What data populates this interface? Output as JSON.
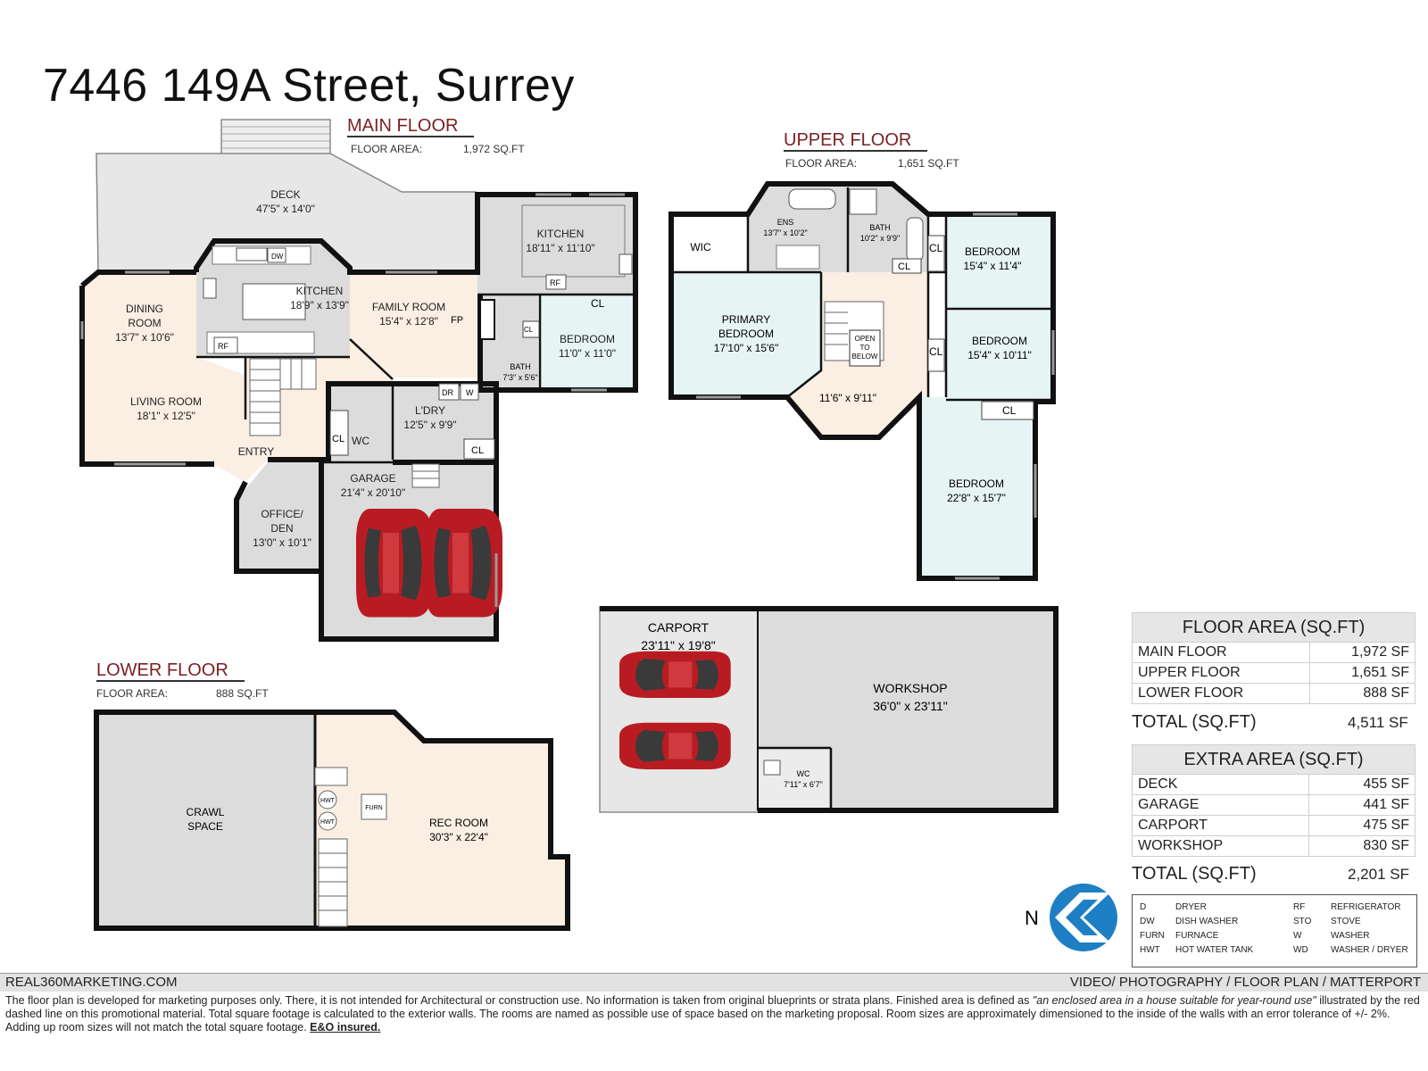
{
  "title": "7446 149A Street, Surrey",
  "floors": {
    "main": {
      "name": "MAIN FLOOR",
      "area_label": "FLOOR AREA:",
      "area_value": "1,972 SQ.FT"
    },
    "upper": {
      "name": "UPPER FLOOR",
      "area_label": "FLOOR AREA:",
      "area_value": "1,651 SQ.FT"
    },
    "lower": {
      "name": "LOWER FLOOR",
      "area_label": "FLOOR AREA:",
      "area_value": "888 SQ.FT"
    }
  },
  "rooms": {
    "deck": {
      "name": "DECK",
      "size": "47'5\" x 14'0\""
    },
    "kitchen_a": {
      "name": "KITCHEN",
      "size": "18'11\" x 11'10\""
    },
    "kitchen_b": {
      "name": "KITCHEN",
      "size": "18'9\" x 13'9\""
    },
    "dining": {
      "name1": "DINING",
      "name2": "ROOM",
      "size": "13'7\" x 10'6\""
    },
    "family": {
      "name": "FAMILY ROOM",
      "size": "15'4\" x 12'8\""
    },
    "bedroom_main": {
      "name": "BEDROOM",
      "size": "11'0\" x 11'0\""
    },
    "bath_main": {
      "name": "BATH",
      "size": "7'3\" x 5'6\""
    },
    "living": {
      "name": "LIVING ROOM",
      "size": "18'1\" x 12'5\""
    },
    "laundry": {
      "name": "L'DRY",
      "size": "12'5\" x 9'9\""
    },
    "entry": {
      "name": "ENTRY"
    },
    "wc_main": {
      "name": "WC"
    },
    "garage": {
      "name": "GARAGE",
      "size": "21'4\" x 20'10\""
    },
    "office": {
      "name1": "OFFICE/",
      "name2": "DEN",
      "size": "13'0\" x 10'1\""
    },
    "ens": {
      "name": "ENS",
      "size": "13'7\" x 10'2\""
    },
    "bath_upper": {
      "name": "BATH",
      "size": "10'2\" x 9'9\""
    },
    "wic": {
      "name": "WIC"
    },
    "primary": {
      "name1": "PRIMARY",
      "name2": "BEDROOM",
      "size": "17'10\" x 15'6\""
    },
    "bed1": {
      "name": "BEDROOM",
      "size": "15'4\" x 11'4\""
    },
    "bed2": {
      "name": "BEDROOM",
      "size": "15'4\" x 10'11\""
    },
    "bed3": {
      "name": "BEDROOM",
      "size": "22'8\" x 15'7\""
    },
    "hall": {
      "size": "11'6\" x 9'11\""
    },
    "open": {
      "l1": "OPEN",
      "l2": "TO",
      "l3": "BELOW"
    },
    "carport": {
      "name": "CARPORT",
      "size": "23'11\" x 19'8\""
    },
    "workshop": {
      "name": "WORKSHOP",
      "size": "36'0\" x 23'11\""
    },
    "wc_shop": {
      "name": "WC",
      "size": "7'11\" x 6'7\""
    },
    "crawl": {
      "name1": "CRAWL",
      "name2": "SPACE"
    },
    "rec": {
      "name": "REC ROOM",
      "size": "30'3\" x 22'4\""
    },
    "furn": {
      "name": "FURN"
    },
    "hwt": {
      "name": "HWT"
    }
  },
  "fixtures": {
    "dw": "DW",
    "rf": "RF",
    "fp": "FP",
    "cl": "CL",
    "dr": "DR",
    "w": "W"
  },
  "floor_area_table": {
    "header": "FLOOR AREA (SQ.FT)",
    "rows": [
      {
        "label": "MAIN FLOOR",
        "value": "1,972 SF"
      },
      {
        "label": "UPPER FLOOR",
        "value": "1,651 SF"
      },
      {
        "label": "LOWER FLOOR",
        "value": "888 SF"
      }
    ],
    "total_label": "TOTAL (SQ.FT)",
    "total_value": "4,511 SF"
  },
  "extra_area_table": {
    "header": "EXTRA AREA (SQ.FT)",
    "rows": [
      {
        "label": "DECK",
        "value": "455 SF"
      },
      {
        "label": "GARAGE",
        "value": "441 SF"
      },
      {
        "label": "CARPORT",
        "value": "475 SF"
      },
      {
        "label": "WORKSHOP",
        "value": "830 SF"
      }
    ],
    "total_label": "TOTAL (SQ.FT)",
    "total_value": "2,201 SF"
  },
  "north_label": "N",
  "legend": [
    {
      "abbr": "D",
      "meaning": "DRYER",
      "abbr2": "RF",
      "meaning2": "REFRIGERATOR"
    },
    {
      "abbr": "DW",
      "meaning": "DISH WASHER",
      "abbr2": "STO",
      "meaning2": "STOVE"
    },
    {
      "abbr": "FURN",
      "meaning": "FURNACE",
      "abbr2": "W",
      "meaning2": "WASHER"
    },
    {
      "abbr": "HWT",
      "meaning": "HOT WATER TANK",
      "abbr2": "WD",
      "meaning2": "WASHER / DRYER"
    }
  ],
  "footer": {
    "left": "REAL360MARKETING.COM",
    "right": "VIDEO/ PHOTOGRAPHY / FLOOR PLAN / MATTERPORT",
    "disclaimer_1": "The floor plan is developed for marketing purposes only. There, it is not intended for Architectural or construction use. No information is  taken from original blueprints or strata plans. Finished area is defined as ",
    "disclaimer_quote": "\"an enclosed area in a house suitable for year-round use\"",
    "disclaimer_2": " illustrated by the red dashed line on this promotional material. Total square footage is calculated to the exterior walls. The rooms are named as possible use of space based on the marketing proposal. Room sizes are approximately dimensioned to the inside of the walls with an error tolerance of +/- 2%. Adding up room sizes will not match the total square footage. ",
    "disclaimer_eo": "E&O insured."
  },
  "colors": {
    "wall": "#111111",
    "floor_grey": "#dcdcdc",
    "floor_beige": "#fbeee3",
    "floor_blue": "#e6f4f4",
    "floor_head": "#7a1f23",
    "car_red": "#b81c22",
    "compass_blue": "#1f7fc4"
  }
}
